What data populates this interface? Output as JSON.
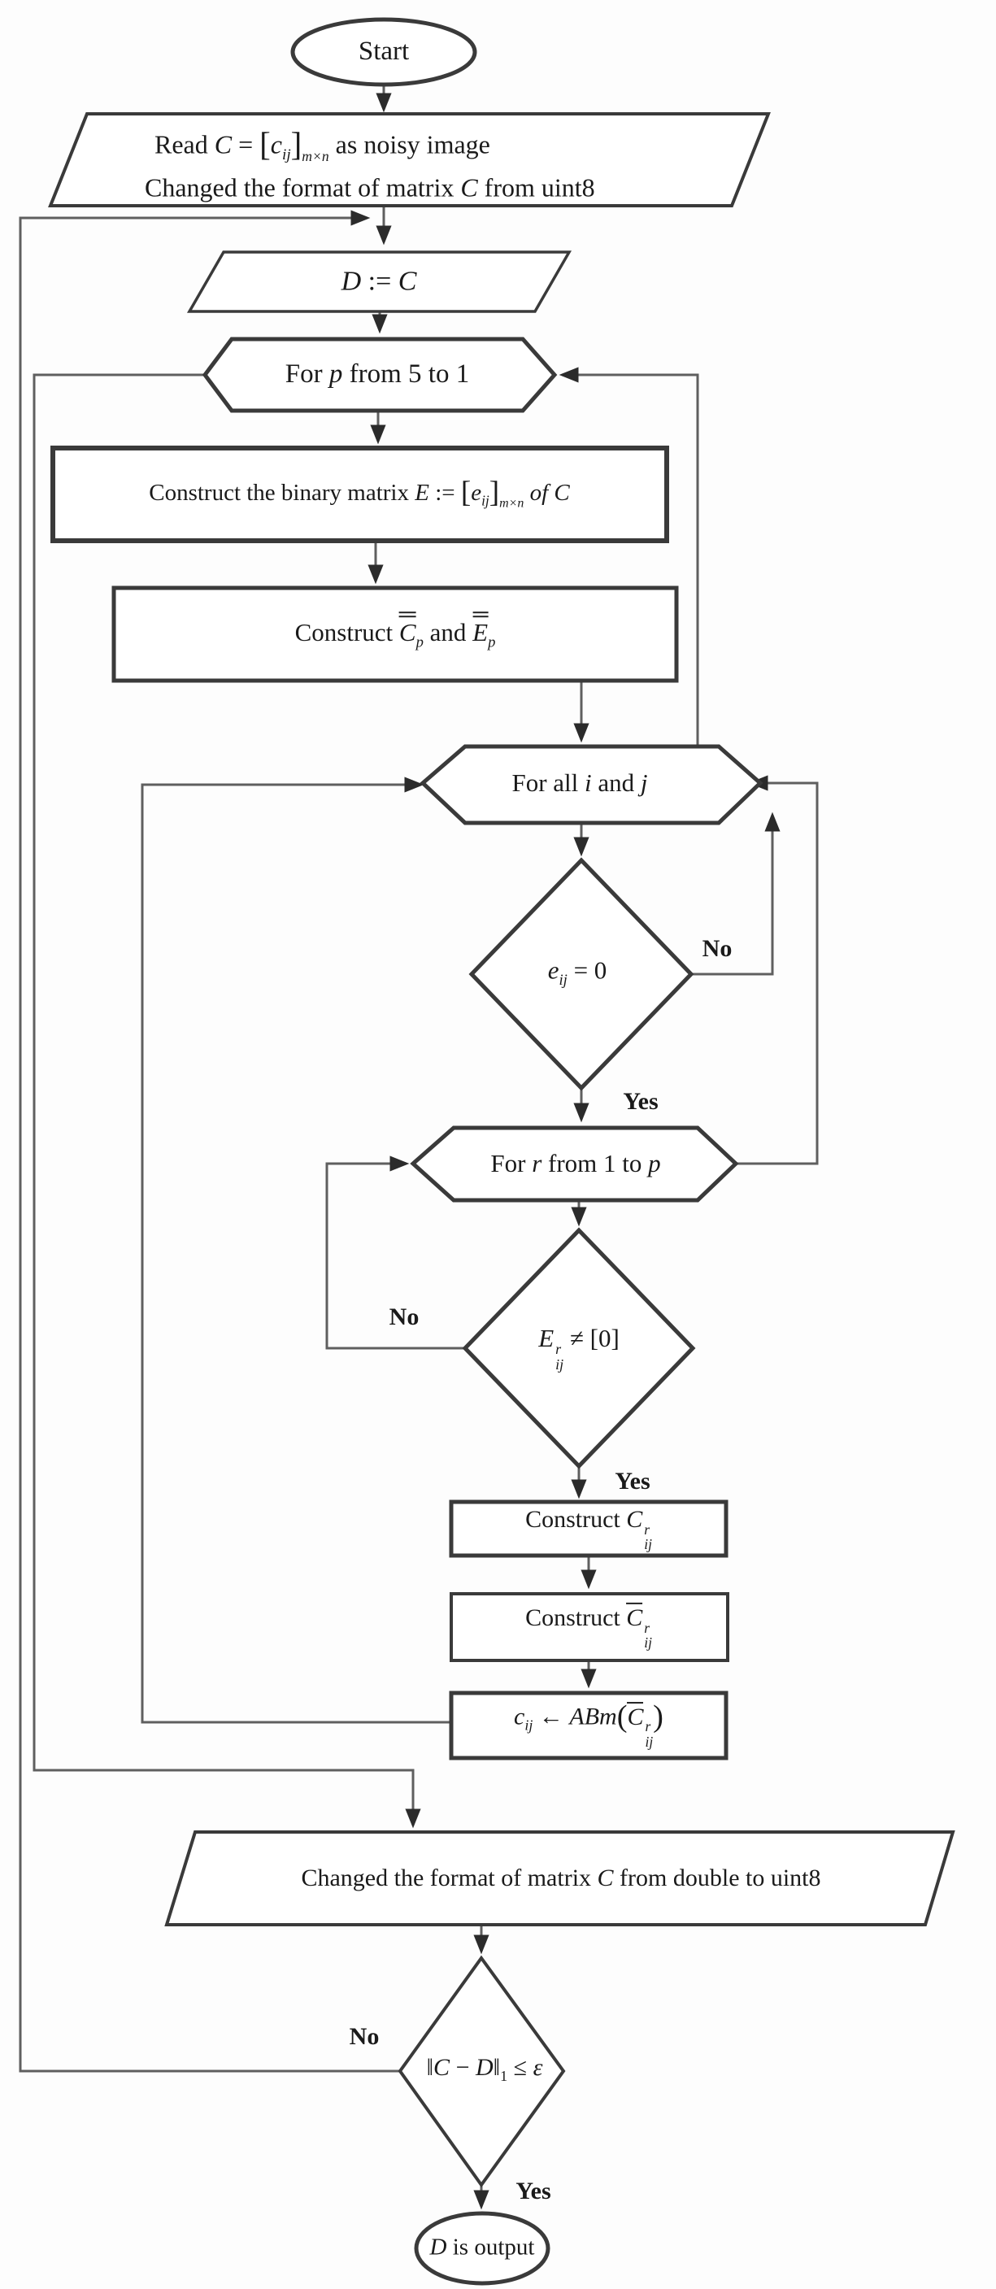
{
  "colors": {
    "shape_stroke": "#3a3a3a",
    "connector": "#5f5f5f",
    "arrowhead": "#2b2b2b",
    "text": "#1a1a1a",
    "background": "#fdfdfd"
  },
  "nodes": {
    "start": {
      "label": "Start"
    },
    "read": {
      "t1": "Read ",
      "v1": "C",
      "t2": " = ",
      "lb": "[",
      "v2": "c",
      "sub1": "ij",
      "rb": "]",
      "sub2": "m×n",
      "t3": " as noisy image",
      "l2t1": "Changed the format of matrix ",
      "l2v1": "C",
      "l2t2": " from uint8"
    },
    "assign": {
      "v1": "D",
      "t1": " := ",
      "v2": "C"
    },
    "for_p": {
      "t1": "For ",
      "v1": "p",
      "t2": " from 5 to 1"
    },
    "binary": {
      "t1": "Construct the binary matrix ",
      "v1": "E",
      "t2": " := ",
      "lb": "[",
      "v2": "e",
      "sub1": "ij",
      "rb": "]",
      "sub2": "m×n",
      "t3": " of ",
      "v3": "C"
    },
    "bars": {
      "t1": "Construct ",
      "v1": "C",
      "sub1": "p",
      "t2": " and ",
      "v2": "E",
      "sub2": "p"
    },
    "for_all": {
      "t1": "For all ",
      "v1": "i",
      "t2": " and ",
      "v2": "j"
    },
    "e_zero": {
      "v1": "e",
      "sub1": "ij",
      "t1": " = 0"
    },
    "for_r": {
      "t1": "For ",
      "v1": "r",
      "t2": " from 1 to ",
      "v2": "p"
    },
    "e_nonzero": {
      "v1": "E",
      "sup1": "r",
      "sub1": "ij",
      "t1": " ≠ [0]"
    },
    "construct_c": {
      "t1": "Construct ",
      "v1": "C",
      "sup1": "r",
      "sub1": "ij"
    },
    "construct_cbar": {
      "t1": "Construct ",
      "v1": "C",
      "sup1": "r",
      "sub1": "ij"
    },
    "abm": {
      "v1": "c",
      "sub1": "ij",
      "t1": " ← ",
      "v2": "ABm",
      "lb": "(",
      "v3": "C",
      "sup1": "r",
      "sub2": "ij",
      "rb": ")"
    },
    "convert": {
      "t1": "Changed the format of matrix ",
      "v1": "C",
      "t2": " from double to uint8"
    },
    "norm": {
      "n1": "‖",
      "v1": "C",
      "t1": " − ",
      "v2": "D",
      "n2": "‖",
      "sub1": "1",
      "t2": " ≤ ",
      "v3": "ε"
    },
    "output": {
      "v1": "D",
      "t1": " is output"
    }
  },
  "edge_labels": {
    "e_zero_no": "No",
    "e_zero_yes": "Yes",
    "e_nonzero_no": "No",
    "e_nonzero_yes": "Yes",
    "norm_no": "No",
    "norm_yes": "Yes"
  }
}
